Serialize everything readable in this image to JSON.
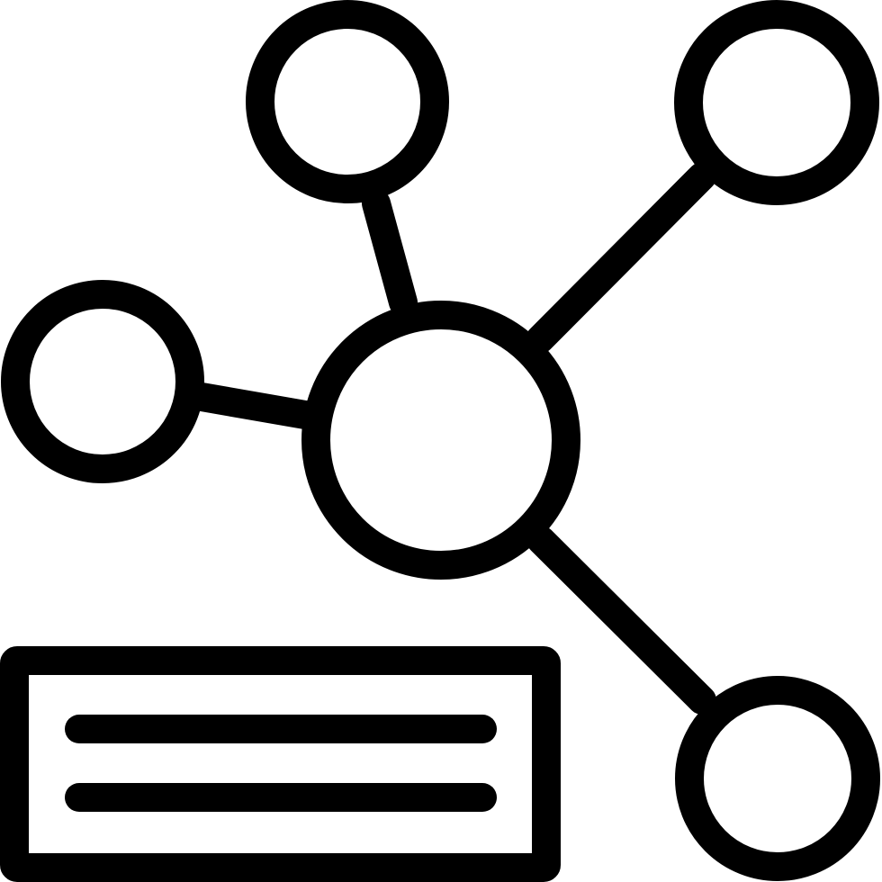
{
  "icon": {
    "name": "network-nodes-with-document-icon",
    "color": "#000000",
    "background": "#ffffff",
    "elements": [
      "central-node",
      "top-node",
      "top-right-node",
      "left-node",
      "bottom-right-node",
      "document-box",
      "text-line-1",
      "text-line-2"
    ]
  }
}
